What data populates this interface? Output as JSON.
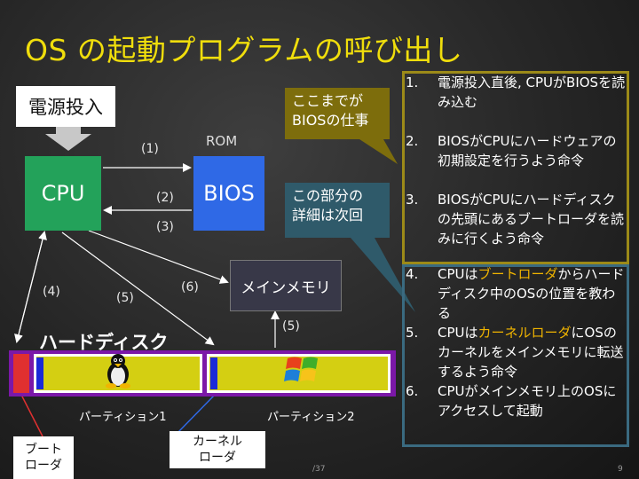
{
  "title": "OS の起動プログラムの呼び出し",
  "power_label": "電源投入",
  "cpu_label": "CPU",
  "bios_label": "BIOS",
  "rom_label": "ROM",
  "memory_label": "メインメモリ",
  "hdd_label": "ハードディスク",
  "partition1_label": "パーティション1",
  "partition2_label": "パーティション2",
  "arrow_labels": {
    "a1": "(1)",
    "a2": "(2)",
    "a3": "(3)",
    "a4": "(4)",
    "a5": "(5)",
    "a5b": "(5)",
    "a6": "(6)"
  },
  "callout_bios": [
    "ここまでが",
    "BIOSの仕事"
  ],
  "callout_next": [
    "この部分の",
    "詳細は次回"
  ],
  "bootloader_label": [
    "ブート",
    "ローダ"
  ],
  "kernelloader_label": [
    "カーネル",
    "ローダ"
  ],
  "steps": [
    {
      "num": "1.",
      "text": "電源投入直後, CPUがBIOSを読み込む"
    },
    {
      "num": "2.",
      "text": "BIOSがCPUにハードウェアの初期設定を行うよう命令"
    },
    {
      "num": "3.",
      "text": "BIOSがCPUにハードディスクの先頭にあるブートローダを読みに行くよう命令"
    },
    {
      "num": "4.",
      "pre": "CPUは",
      "hl": "ブートローダ",
      "post": "からハードディスク中のOSの位置を教わる"
    },
    {
      "num": "5.",
      "pre": "CPUは",
      "hl": "カーネルローダ",
      "post": "にOSのカーネルをメインメモリに転送するよう命令"
    },
    {
      "num": "6.",
      "text": "CPUがメインメモリ上のOSにアクセスして起動"
    }
  ],
  "footer_page_total": "/37",
  "footer_page": "9",
  "colors": {
    "title": "#f0de0c",
    "cpu": "#23a25a",
    "bios": "#2f69e6",
    "hdd": "#7b18a8",
    "partition": "#d4cf12",
    "highlight": "#f0b400"
  }
}
